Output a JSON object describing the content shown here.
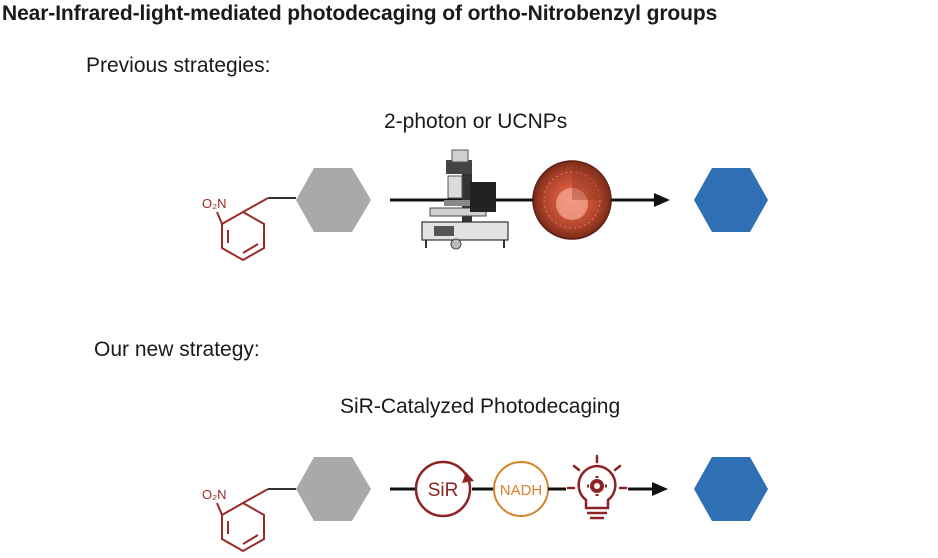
{
  "title": "Near-Infrared-light-mediated photodecaging of ortho-Nitrobenzyl groups",
  "previous": {
    "heading": "Previous strategies:",
    "method": "2-photon or UCNPs",
    "nitro_label": "O₂N",
    "icons": [
      "microscope-icon",
      "nanoparticle-icon"
    ]
  },
  "new": {
    "heading": "Our new strategy:",
    "method": "SiR-Catalyzed Photodecaging",
    "nitro_label": "O₂N",
    "sir_label": "SiR",
    "nadh_label": "NADH",
    "icons": [
      "lightbulb-gear-icon"
    ]
  },
  "colors": {
    "nitrobenzyl": "#9b2a2a",
    "caged_cargo": "#a9a9a9",
    "released_cargo": "#2f6fb4",
    "sir": "#8e2323",
    "nadh": "#d9822b",
    "nanoparticle": "#b0452b"
  }
}
